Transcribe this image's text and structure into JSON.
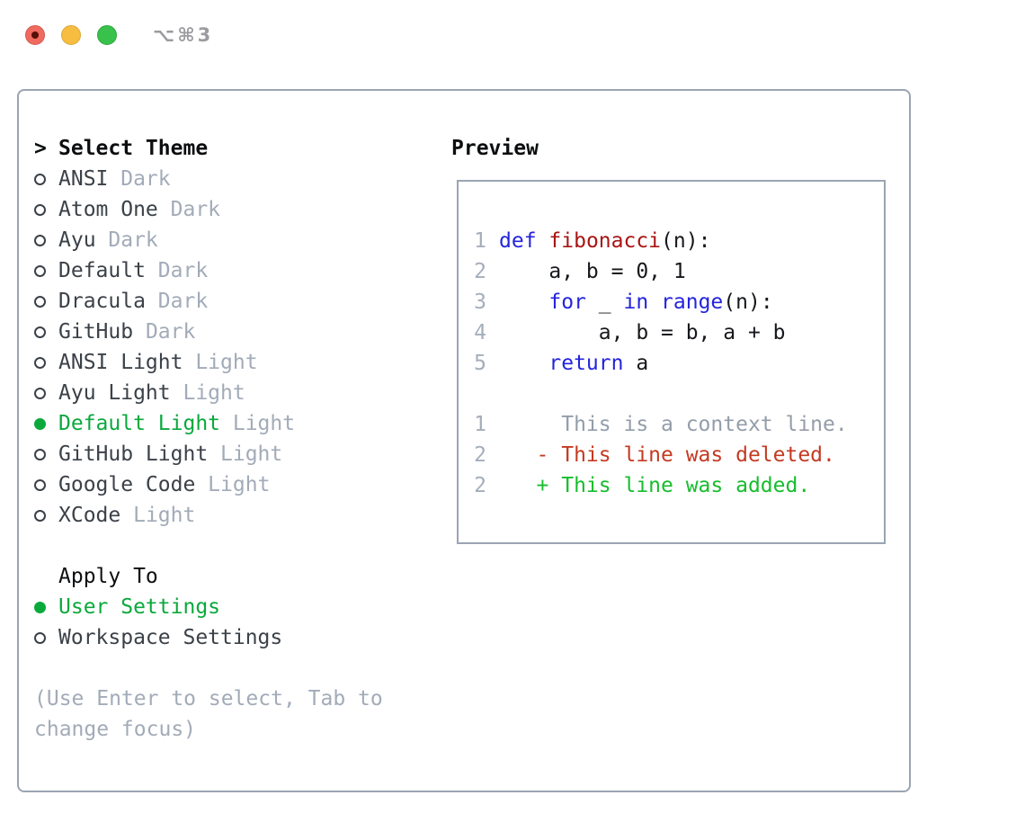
{
  "window": {
    "title_shortcut": "⌥⌘3"
  },
  "colors": {
    "accent_green": "#0aa93c",
    "border": "#9aa5b2",
    "item_text": "#3b4148",
    "muted_gray": "#a2abb8",
    "header_black": "#0c0e10",
    "traffic_red": "#ef6a5f",
    "traffic_yellow": "#f6bd41",
    "traffic_green": "#38c14b"
  },
  "theme_panel": {
    "prompt": ">",
    "title": "Select Theme",
    "themes": [
      {
        "name": "ANSI",
        "variant": "Dark",
        "selected": false
      },
      {
        "name": "Atom One",
        "variant": "Dark",
        "selected": false
      },
      {
        "name": "Ayu",
        "variant": "Dark",
        "selected": false
      },
      {
        "name": "Default",
        "variant": "Dark",
        "selected": false
      },
      {
        "name": "Dracula",
        "variant": "Dark",
        "selected": false
      },
      {
        "name": "GitHub",
        "variant": "Dark",
        "selected": false
      },
      {
        "name": "ANSI Light",
        "variant": "Light",
        "selected": false
      },
      {
        "name": "Ayu Light",
        "variant": "Light",
        "selected": false
      },
      {
        "name": "Default Light",
        "variant": "Light",
        "selected": true
      },
      {
        "name": "GitHub Light",
        "variant": "Light",
        "selected": false
      },
      {
        "name": "Google Code",
        "variant": "Light",
        "selected": false
      },
      {
        "name": "XCode",
        "variant": "Light",
        "selected": false
      }
    ],
    "apply_to": {
      "title": "Apply To",
      "options": [
        {
          "label": "User Settings",
          "selected": true
        },
        {
          "label": "Workspace Settings",
          "selected": false
        }
      ]
    },
    "help_lines": [
      "(Use Enter to select, Tab to",
      "change focus)"
    ]
  },
  "preview": {
    "title": "Preview",
    "colors": {
      "keyword": "#2424dd",
      "function": "#a81414",
      "plain": "#16181c",
      "context": "#939daa",
      "deleted": "#c43a22",
      "added": "#17bd2d",
      "line_number": "#a4aebb"
    },
    "code_lines": [
      {
        "n": "1",
        "tokens": [
          [
            "keyword",
            "def"
          ],
          [
            "plain",
            " "
          ],
          [
            "function",
            "fibonacci"
          ],
          [
            "plain",
            "(n):"
          ]
        ]
      },
      {
        "n": "2",
        "tokens": [
          [
            "plain",
            "    a, b = 0, 1"
          ]
        ]
      },
      {
        "n": "3",
        "tokens": [
          [
            "plain",
            "    "
          ],
          [
            "keyword",
            "for"
          ],
          [
            "plain",
            " _ "
          ],
          [
            "keyword",
            "in"
          ],
          [
            "plain",
            " "
          ],
          [
            "keyword",
            "range"
          ],
          [
            "plain",
            "(n):"
          ]
        ]
      },
      {
        "n": "4",
        "tokens": [
          [
            "plain",
            "        a, b = b, a + b"
          ]
        ]
      },
      {
        "n": "5",
        "tokens": [
          [
            "plain",
            "    "
          ],
          [
            "keyword",
            "return"
          ],
          [
            "plain",
            " a"
          ]
        ]
      },
      {
        "n": "",
        "tokens": []
      },
      {
        "n": "1",
        "tokens": [
          [
            "context",
            "     This is a context line."
          ]
        ]
      },
      {
        "n": "2",
        "tokens": [
          [
            "deleted",
            "   - This line was deleted."
          ]
        ]
      },
      {
        "n": "2",
        "tokens": [
          [
            "added",
            "   + This line was added."
          ]
        ]
      }
    ]
  }
}
